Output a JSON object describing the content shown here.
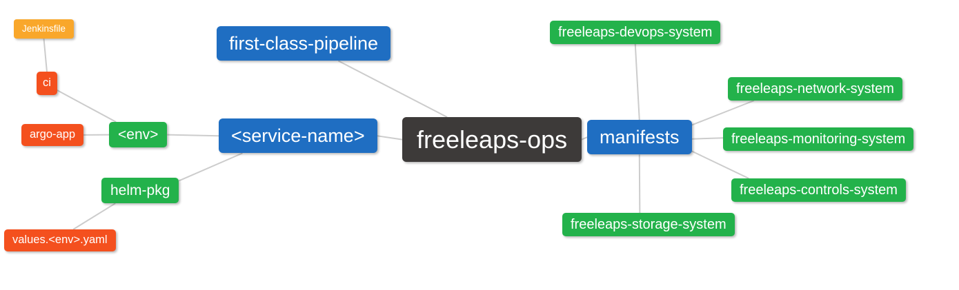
{
  "diagram": {
    "type": "mindmap",
    "edge_color": "#cccccc",
    "text_color": "#ffffff",
    "colors": {
      "dark": "#3d3a39",
      "blue": "#1f6ec2",
      "green": "#23b24b",
      "red": "#f4501e",
      "amber": "#f9a72b"
    },
    "nodes": {
      "freeleaps_ops": {
        "label": "freeleaps-ops"
      },
      "first_class_pipeline": {
        "label": "first-class-pipeline"
      },
      "service_name": {
        "label": "<service-name>"
      },
      "manifests": {
        "label": "manifests"
      },
      "env": {
        "label": "<env>"
      },
      "helm_pkg": {
        "label": "helm-pkg"
      },
      "ci": {
        "label": "ci"
      },
      "argo_app": {
        "label": "argo-app"
      },
      "jenkinsfile": {
        "label": "Jenkinsfile"
      },
      "values_yaml": {
        "label": "values.<env>.yaml"
      },
      "devops": {
        "label": "freeleaps-devops-system"
      },
      "network": {
        "label": "freeleaps-network-system"
      },
      "monitoring": {
        "label": "freeleaps-monitoring-system"
      },
      "controls": {
        "label": "freeleaps-controls-system"
      },
      "storage": {
        "label": "freeleaps-storage-system"
      }
    },
    "edges": [
      {
        "from": "jenkinsfile",
        "fromSide": "bottom",
        "fromAlign": 0.5,
        "to": "ci",
        "toSide": "top",
        "toAlign": 0.5
      },
      {
        "from": "ci",
        "fromSide": "right",
        "fromAlign": 0.8,
        "to": "env",
        "toSide": "top",
        "toAlign": 0.12
      },
      {
        "from": "argo_app",
        "fromSide": "right",
        "fromAlign": 0.5,
        "to": "env",
        "toSide": "left",
        "toAlign": 0.5
      },
      {
        "from": "env",
        "fromSide": "right",
        "fromAlign": 0.5,
        "to": "service_name",
        "toSide": "left",
        "toAlign": 0.5
      },
      {
        "from": "helm_pkg",
        "fromSide": "right",
        "fromAlign": 0.12,
        "to": "service_name",
        "toSide": "bottom",
        "toAlign": 0.15
      },
      {
        "from": "helm_pkg",
        "fromSide": "bottom",
        "fromAlign": 0.18,
        "to": "values_yaml",
        "toSide": "top",
        "toAlign": 0.62
      },
      {
        "from": "first_class_pipeline",
        "fromSide": "bottom",
        "fromAlign": 0.7,
        "to": "freeleaps_ops",
        "toSide": "top",
        "toAlign": 0.25
      },
      {
        "from": "service_name",
        "fromSide": "right",
        "fromAlign": 0.5,
        "to": "freeleaps_ops",
        "toSide": "left",
        "toAlign": 0.5
      },
      {
        "from": "freeleaps_ops",
        "fromSide": "right",
        "fromAlign": 0.5,
        "to": "manifests",
        "toSide": "left",
        "toAlign": 0.5
      },
      {
        "from": "devops",
        "fromSide": "bottom",
        "fromAlign": 0.5,
        "to": "manifests",
        "toSide": "top",
        "toAlign": 0.5
      },
      {
        "from": "manifests",
        "fromSide": "right",
        "fromAlign": 0.15,
        "to": "network",
        "toSide": "bottom",
        "toAlign": 0.15
      },
      {
        "from": "manifests",
        "fromSide": "right",
        "fromAlign": 0.55,
        "to": "monitoring",
        "toSide": "left",
        "toAlign": 0.45
      },
      {
        "from": "manifests",
        "fromSide": "right",
        "fromAlign": 0.9,
        "to": "controls",
        "toSide": "top",
        "toAlign": 0.1
      },
      {
        "from": "manifests",
        "fromSide": "bottom",
        "fromAlign": 0.5,
        "to": "storage",
        "toSide": "top",
        "toAlign": 0.45
      }
    ]
  }
}
